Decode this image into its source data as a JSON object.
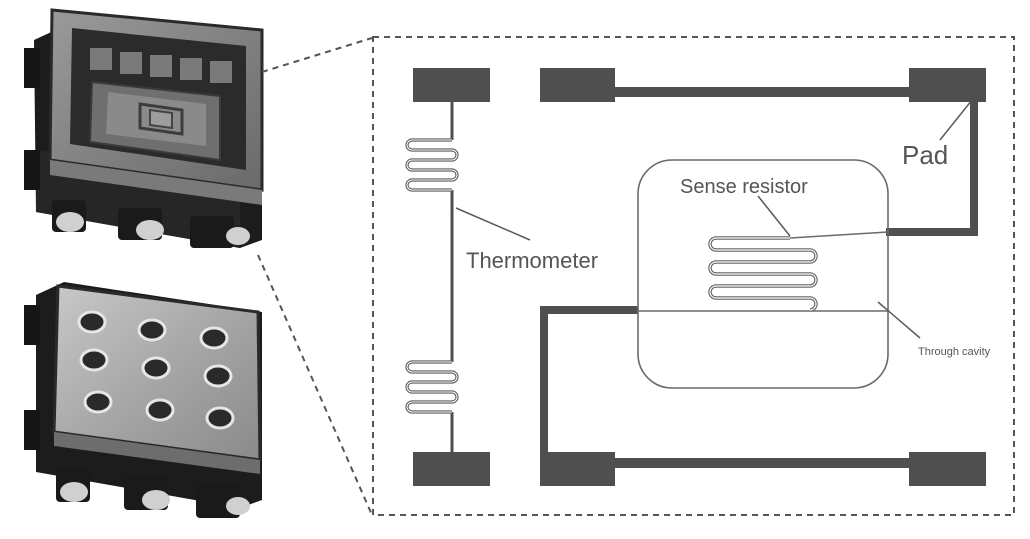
{
  "labels": {
    "pad": "Pad",
    "sense_resistor": "Sense resistor",
    "thermometer": "Thermometer",
    "through_cavity": "Through cavity"
  },
  "colors": {
    "metal": "#4f4f4f",
    "line": "#5a5a5a",
    "label": "#555555",
    "package_dark": "#1e1e1e",
    "package_mid": "#3a3a3a",
    "lid": "#a9a9a9"
  }
}
